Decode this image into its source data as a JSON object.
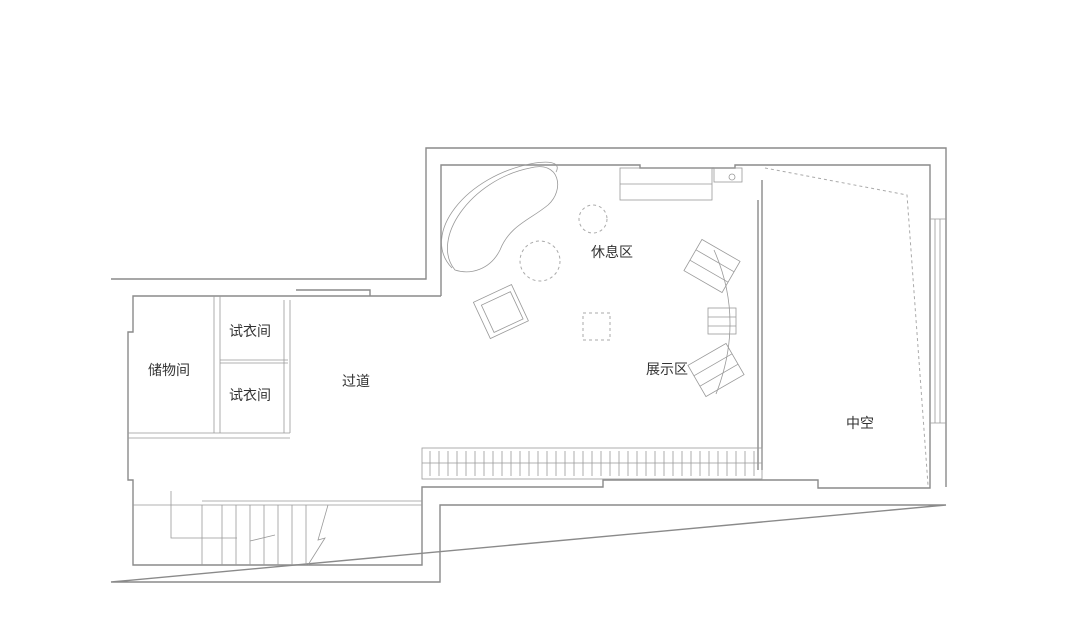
{
  "labels": {
    "lounge": "休息区",
    "display": "展示区",
    "corridor": "过道",
    "fitting_room_1": "试衣间",
    "fitting_room_2": "试衣间",
    "storage": "储物间",
    "void": "中空"
  },
  "colors": {
    "line": "#8a8a8a",
    "background": "#ffffff"
  }
}
